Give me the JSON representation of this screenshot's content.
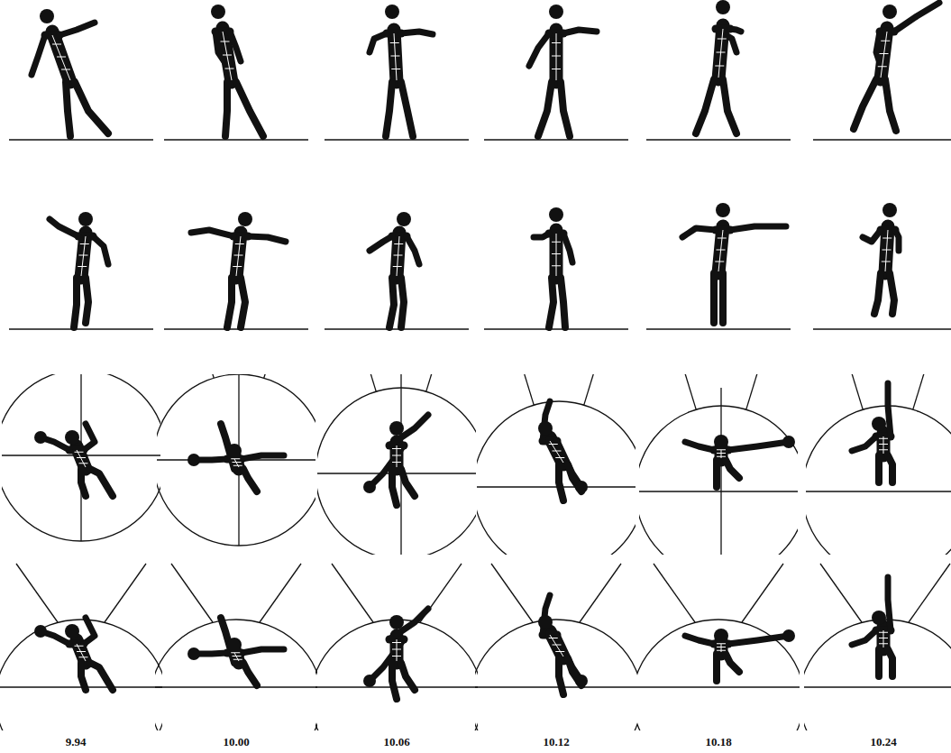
{
  "diagram": {
    "labels": [
      "9.94",
      "10.00",
      "10.06",
      "10.12",
      "10.18",
      "10.24"
    ]
  }
}
